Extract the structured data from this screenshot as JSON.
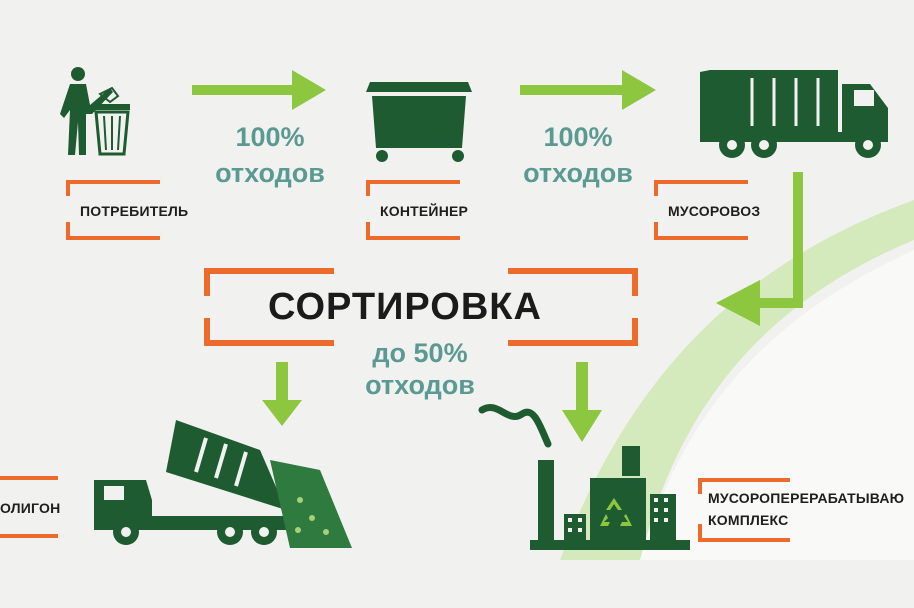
{
  "flow": {
    "consumer_label": "ПОТРЕБИТЕЛЬ",
    "container_label": "КОНТЕЙНЕР",
    "truck_label": "МУСОРОВОЗ",
    "arrow1_text": [
      "100%",
      "отходов"
    ],
    "arrow2_text": [
      "100%",
      "отходов"
    ]
  },
  "sorting": {
    "title": "СОРТИРОВКА",
    "share_text": [
      "до 50%",
      "отходов"
    ]
  },
  "outputs": {
    "landfill_label": "ОЛИГОН",
    "plant_label": [
      "МУСОРОПЕРЕРАБАТЫВАЮ",
      "КОМПЛЕКС"
    ]
  },
  "colors": {
    "dark_green": "#1f5b31",
    "arrow_green": "#8dc63f",
    "frame_orange": "#ec6a2c",
    "teal_text": "#5b9a93",
    "light_swoosh": "#cfe6b4"
  },
  "icons": [
    "person-bin-icon",
    "dumpster-icon",
    "garbage-truck-icon",
    "dump-truck-icon",
    "recycling-plant-icon",
    "recycle-icon"
  ]
}
